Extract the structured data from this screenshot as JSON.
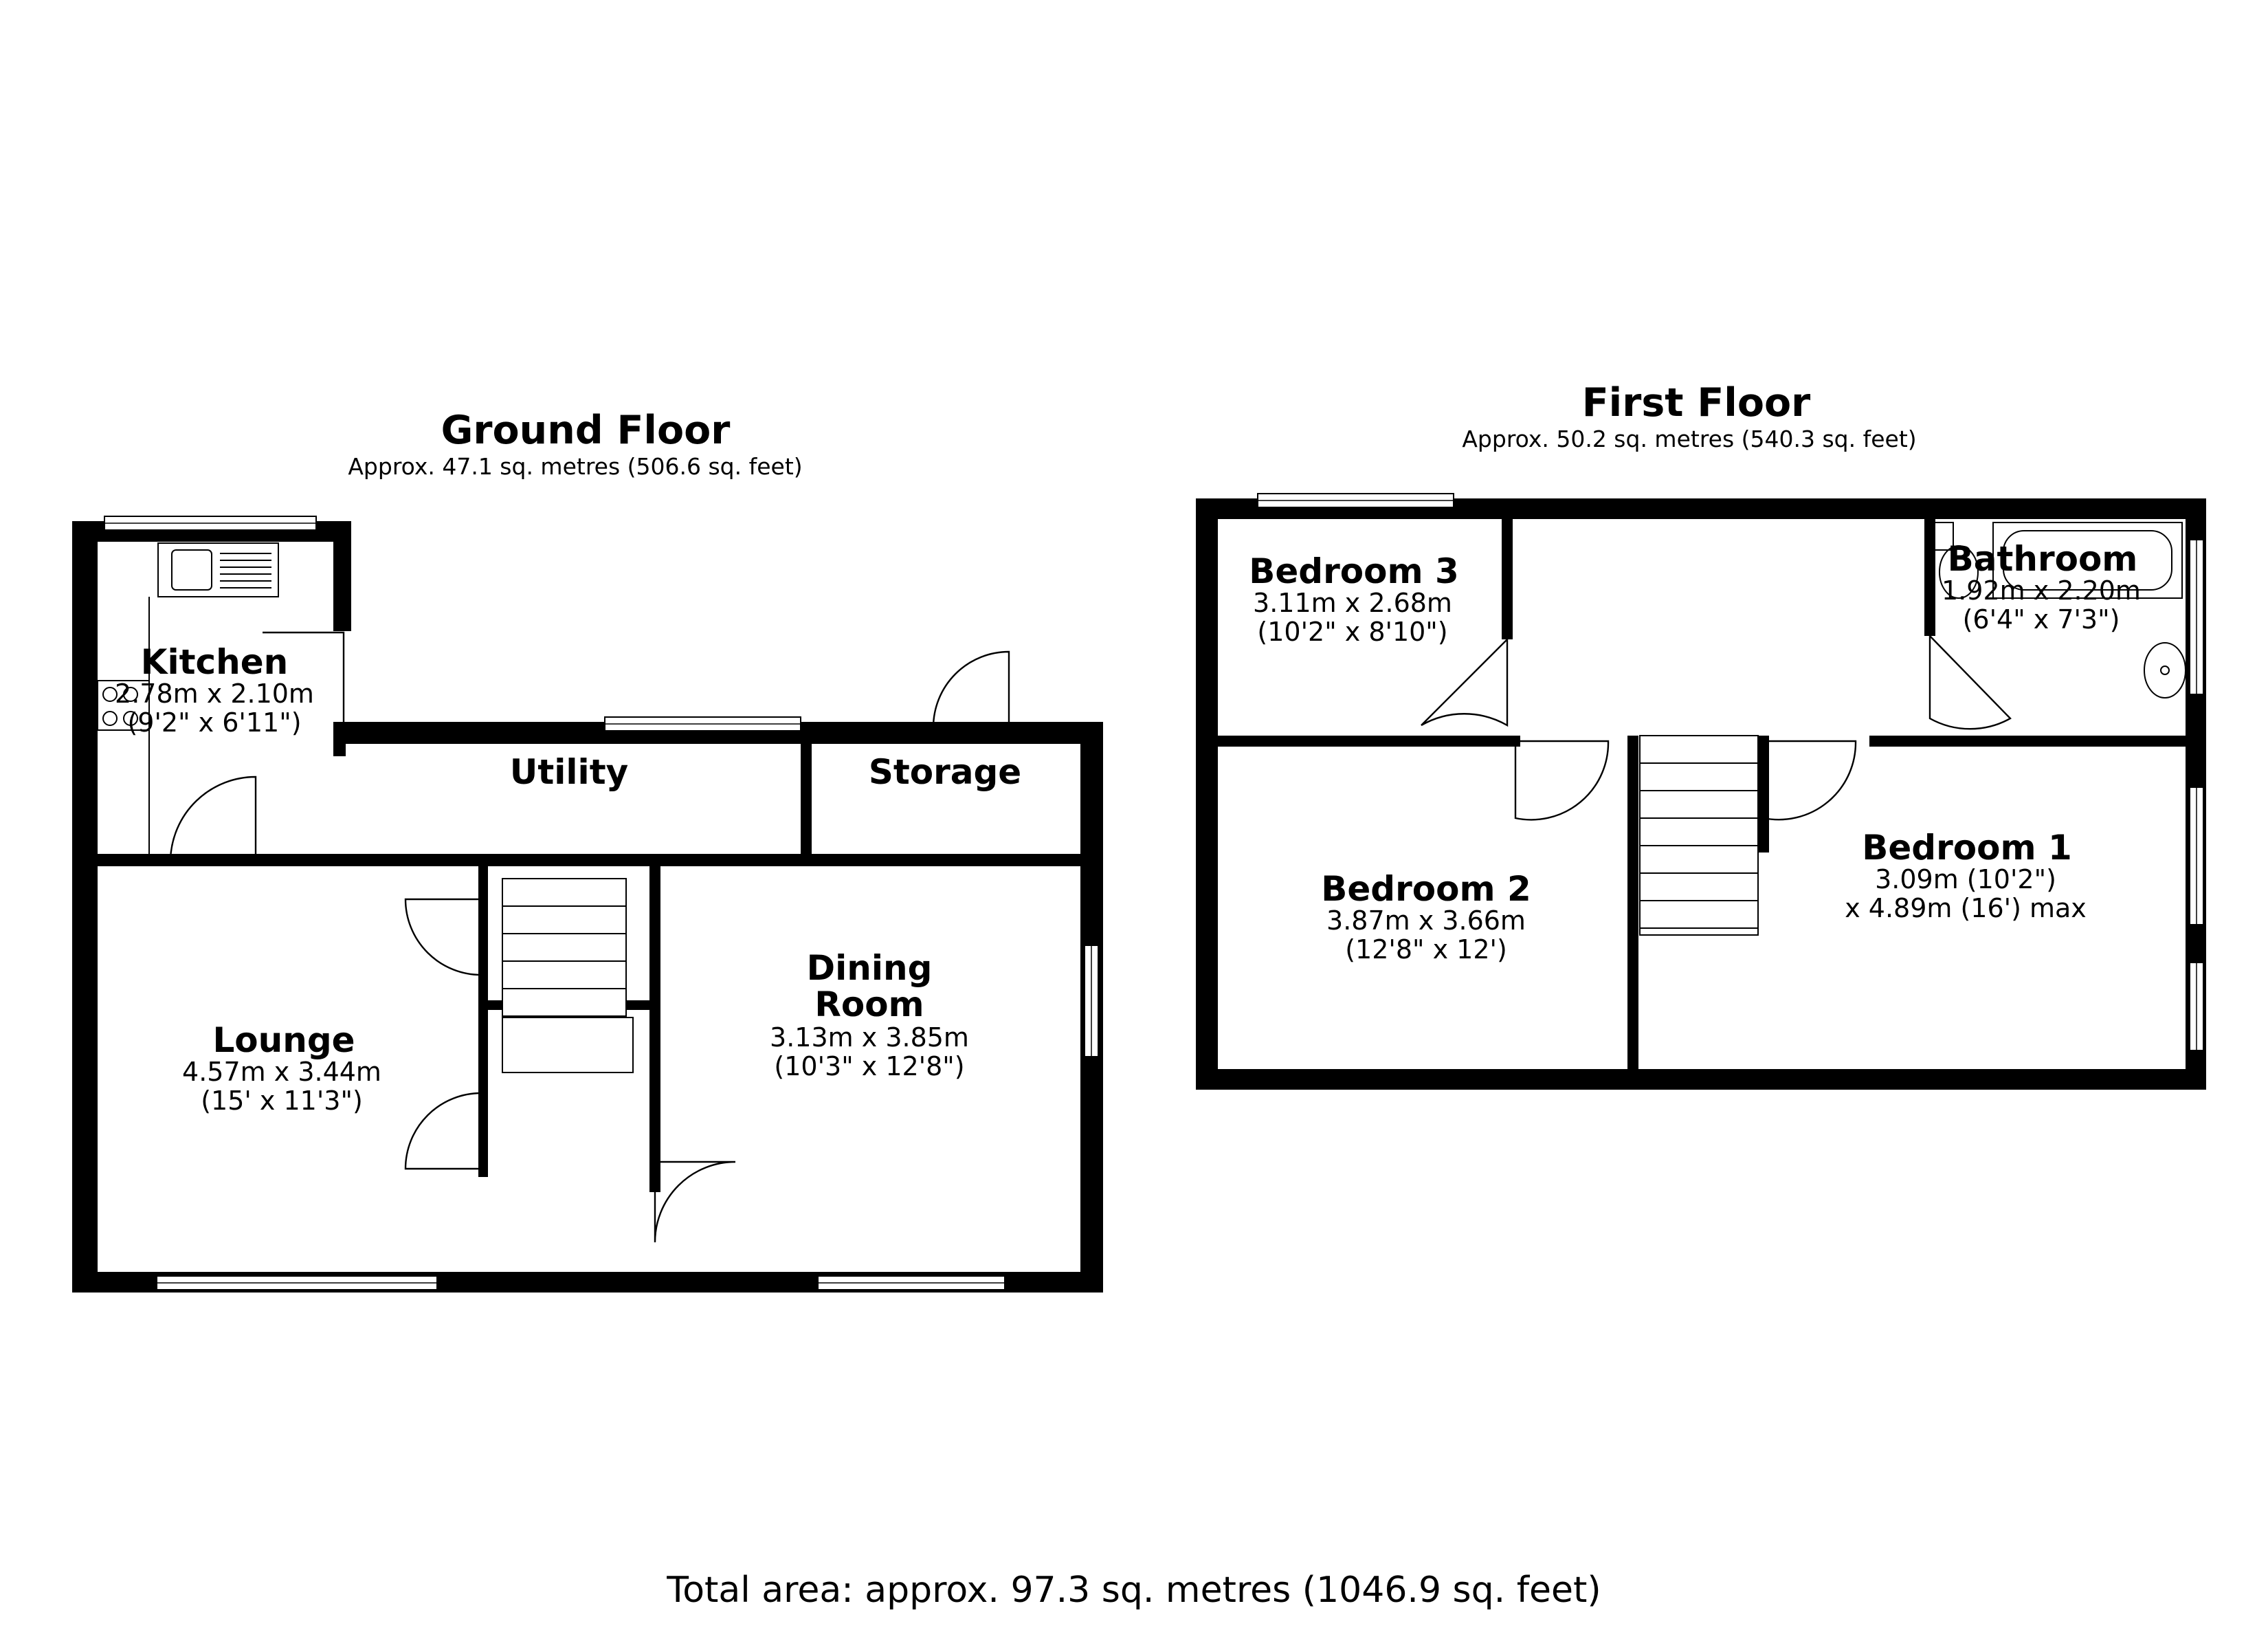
{
  "ground_floor": {
    "title": "Ground Floor",
    "area": "Approx. 47.1 sq. metres (506.6 sq. feet)",
    "rooms": {
      "kitchen": {
        "name": "Kitchen",
        "dim_metric": "2.78m x 2.10m",
        "dim_imperial": "(9'2\" x 6'11\")"
      },
      "utility": {
        "name": "Utility"
      },
      "storage": {
        "name": "Storage"
      },
      "lounge": {
        "name": "Lounge",
        "dim_metric": "4.57m x 3.44m",
        "dim_imperial": "(15' x 11'3\")"
      },
      "dining": {
        "name_line1": "Dining",
        "name_line2": "Room",
        "dim_metric": "3.13m x 3.85m",
        "dim_imperial": "(10'3\" x 12'8\")"
      }
    }
  },
  "first_floor": {
    "title": "First Floor",
    "area": "Approx. 50.2 sq. metres (540.3 sq. feet)",
    "rooms": {
      "bedroom3": {
        "name": "Bedroom 3",
        "dim_metric": "3.11m x 2.68m",
        "dim_imperial": "(10'2\" x 8'10\")"
      },
      "bathroom": {
        "name": "Bathroom",
        "dim_metric": "1.92m x 2.20m",
        "dim_imperial": "(6'4\" x 7'3\")"
      },
      "bedroom2": {
        "name": "Bedroom 2",
        "dim_metric": "3.87m x 3.66m",
        "dim_imperial": "(12'8\" x 12')"
      },
      "bedroom1": {
        "name": "Bedroom 1",
        "dim_line1": "3.09m (10'2\")",
        "dim_line2": "x 4.89m (16') max"
      }
    }
  },
  "total_area": "Total area: approx. 97.3 sq. metres (1046.9 sq. feet)"
}
